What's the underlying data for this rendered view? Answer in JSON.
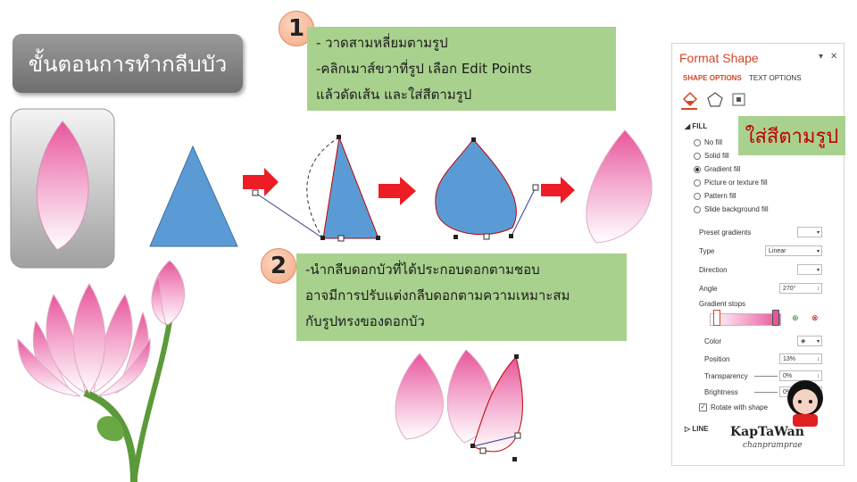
{
  "title": "ขั้นตอนการทำกลีบบัว",
  "step1": {
    "number": "1",
    "line1": "- วาดสามหลี่ยมตามรูป",
    "line2": "-คลิกเมาส์ขวาที่รูป เลือก Edit Points",
    "line3": "แล้วดัดเส้น และใส่สีตามรูป"
  },
  "step2": {
    "number": "2",
    "line1": "-นำกลีบดอกบัวที่ได้ประกอบดอกตามชอบ",
    "line2": "อาจมีการปรับแต่งกลีบดอกตามความเหมาะสม",
    "line3": "กับรูปทรงของดอกบัว"
  },
  "fill_label": "ใส่สีตามรูป",
  "panel": {
    "title": "Format Shape",
    "dropdown_icon": "▾",
    "close_icon": "✕",
    "tabs": [
      "SHAPE OPTIONS",
      "TEXT OPTIONS"
    ],
    "fill_header": "FILL",
    "fill_options": [
      "No fill",
      "Solid fill",
      "Gradient fill",
      "Picture or texture fill",
      "Pattern fill",
      "Slide background fill"
    ],
    "selected_fill": "Gradient fill",
    "preset_gradients_label": "Preset gradients",
    "type_label": "Type",
    "type_value": "Linear",
    "direction_label": "Direction",
    "angle_label": "Angle",
    "angle_value": "270°",
    "gradient_stops_label": "Gradient stops",
    "color_label": "Color",
    "position_label": "Position",
    "position_value": "13%",
    "transparency_label": "Transparency",
    "transparency_value": "0%",
    "brightness_label": "Brightness",
    "brightness_value": "0%",
    "rotate_label": "Rotate with shape",
    "line_header": "LINE"
  },
  "watermark": {
    "name": "KapTaWan",
    "sub": "chanpramprae"
  },
  "colors": {
    "arrow_red": "#ee1c24",
    "triangle_blue": "#5b9bd5",
    "step_green": "#a9d18e",
    "petal_pink": "#e8559a",
    "accent_orange": "#d24726"
  }
}
